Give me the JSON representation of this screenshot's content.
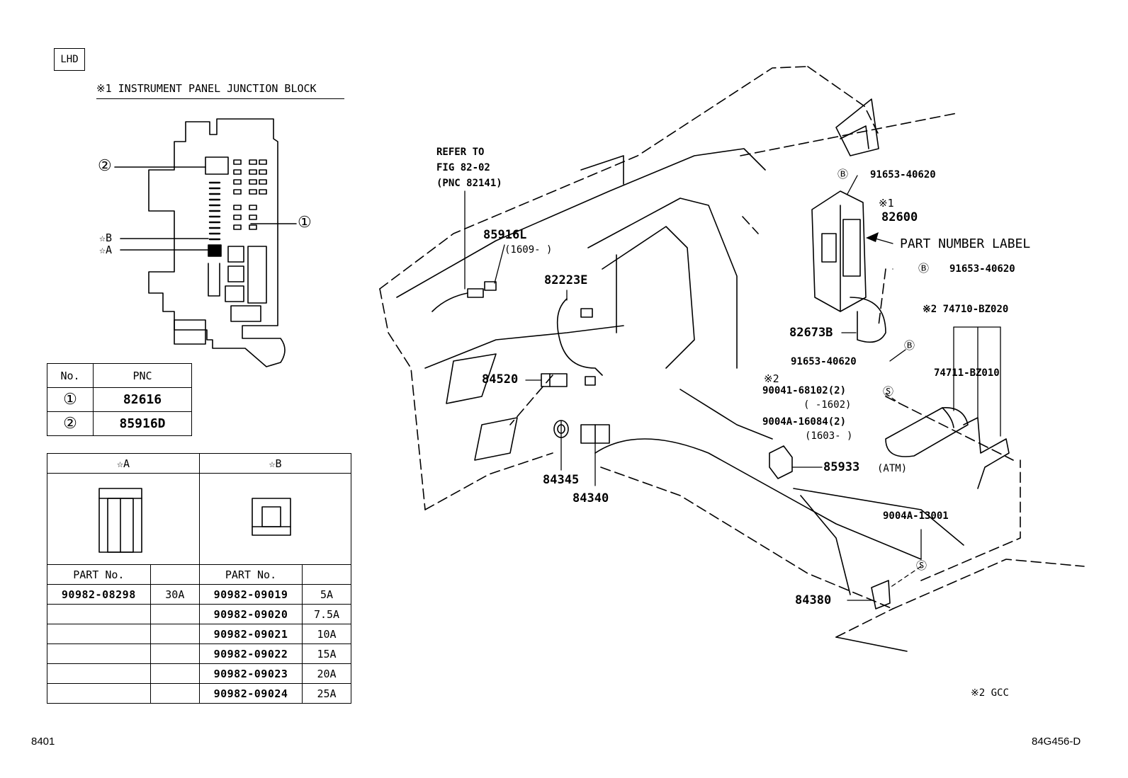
{
  "diagram": {
    "badge": "LHD",
    "junction_block_title": "※1 INSTRUMENT PANEL JUNCTION BLOCK",
    "jb_callouts": {
      "circle2": "②",
      "circle1": "①",
      "star_b": "☆B",
      "star_a": "☆A"
    },
    "pnc_table": {
      "headers": [
        "No.",
        "PNC"
      ],
      "rows": [
        {
          "no": "①",
          "pnc": "82616"
        },
        {
          "no": "②",
          "pnc": "85916D"
        }
      ]
    },
    "fuse_table": {
      "col_a": "☆A",
      "col_b": "☆B",
      "part_no_header": "PART No.",
      "a_rows": [
        {
          "part": "90982-08298",
          "amp": "30A"
        }
      ],
      "b_rows": [
        {
          "part": "90982-09019",
          "amp": "5A"
        },
        {
          "part": "90982-09020",
          "amp": "7.5A"
        },
        {
          "part": "90982-09021",
          "amp": "10A"
        },
        {
          "part": "90982-09022",
          "amp": "15A"
        },
        {
          "part": "90982-09023",
          "amp": "20A"
        },
        {
          "part": "90982-09024",
          "amp": "25A"
        }
      ]
    },
    "labels": {
      "refer_to": "REFER TO",
      "fig": "FIG 82-02",
      "pnc_ref": "(PNC 82141)",
      "p85916L": "85916L",
      "p85916L_note": "(1609-     )",
      "p82223E": "82223E",
      "p84520": "84520",
      "p84345": "84345",
      "p84340": "84340",
      "b_top": "Ⓑ",
      "p91653_1": "91653-40620",
      "mark1": "※1",
      "p82600": "82600",
      "part_number_label": "PART NUMBER LABEL",
      "b_mid": "Ⓑ",
      "p91653_2": "91653-40620",
      "p82673B": "82673B",
      "p91653_3": "91653-40620",
      "b_low": "Ⓑ",
      "mark2_74710": "※2 74710-BZ020",
      "p74711": "74711-BZ010",
      "mark2_a": "※2",
      "p90041": "90041-68102(2)",
      "s_90041": "Ⓢ",
      "p90041_note": "(     -1602)",
      "p9004A_16084": "9004A-16084(2)",
      "p9004A_16084_note": "(1603-     )",
      "p85933": "85933",
      "atm": "(ATM)",
      "p9004A_13001": "9004A-13001",
      "s_13001": "Ⓢ",
      "p84380": "84380",
      "gcc_note": "※2 GCC"
    },
    "footer_left": "8401",
    "footer_right": "84G456-D"
  }
}
